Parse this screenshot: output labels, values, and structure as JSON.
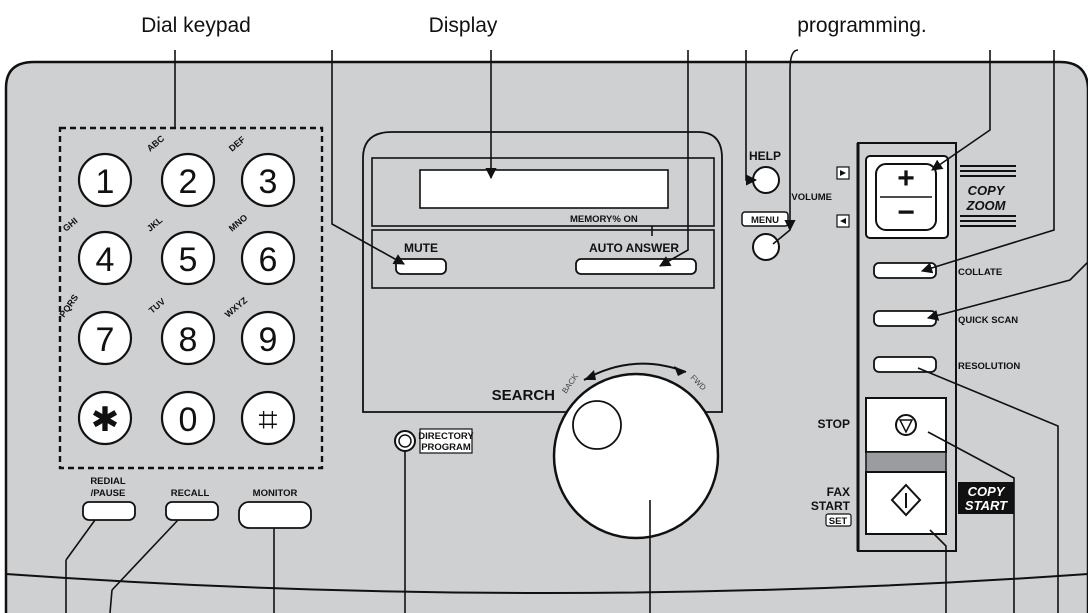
{
  "callouts": {
    "dial_keypad": "Dial keypad",
    "display": "Display",
    "programming": "programming."
  },
  "keypad": {
    "keys": [
      {
        "num": "1",
        "letters": ""
      },
      {
        "num": "2",
        "letters": "ABC"
      },
      {
        "num": "3",
        "letters": "DEF"
      },
      {
        "num": "4",
        "letters": "GHI"
      },
      {
        "num": "5",
        "letters": "JKL"
      },
      {
        "num": "6",
        "letters": "MNO"
      },
      {
        "num": "7",
        "letters": "PQRS"
      },
      {
        "num": "8",
        "letters": "TUV"
      },
      {
        "num": "9",
        "letters": "WXYZ"
      },
      {
        "num": "✱",
        "letters": ""
      },
      {
        "num": "0",
        "letters": ""
      },
      {
        "num": "⌗",
        "letters": ""
      }
    ]
  },
  "buttons": {
    "redial_line1": "REDIAL",
    "redial_line2": "/PAUSE",
    "recall": "RECALL",
    "monitor": "MONITOR",
    "mute": "MUTE",
    "auto_answer": "AUTO ANSWER",
    "memory_on": "MEMORY% ON",
    "directory_line1": "DIRECTORY",
    "directory_line2": "PROGRAM",
    "search": "SEARCH",
    "back": "BACK",
    "fwd": "FWD",
    "help": "HELP",
    "menu": "MENU",
    "volume": "VOLUME",
    "copy_zoom_line1": "COPY",
    "copy_zoom_line2": "ZOOM",
    "collate": "COLLATE",
    "quick_scan": "QUICK SCAN",
    "resolution": "RESOLUTION",
    "stop": "STOP",
    "fax_start_line1": "FAX",
    "fax_start_line2": "START",
    "set": "SET",
    "copy_start_line1": "COPY",
    "copy_start_line2": "START"
  }
}
